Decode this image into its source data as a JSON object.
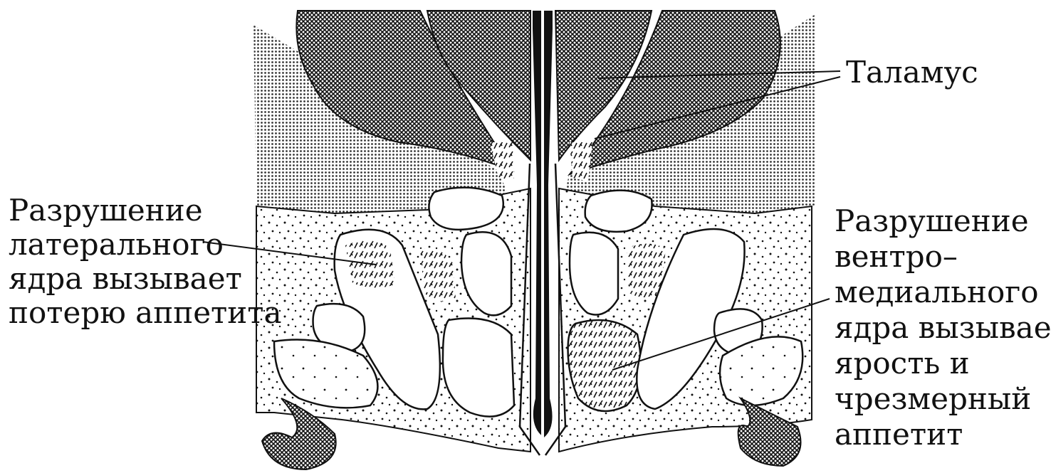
{
  "labels": {
    "thalamus": "Таламус",
    "lateral_lesion": [
      "Разрушение",
      "латерального",
      "ядра вызывает",
      "потерю аппетита"
    ],
    "ventromedial_lesion": [
      "Разрушение",
      "вентро–",
      "медиального",
      "ядра вызывает",
      "ярость и",
      "чрезмерный",
      "аппетит"
    ]
  },
  "colors": {
    "ink": "#111111",
    "paper": "#ffffff"
  }
}
